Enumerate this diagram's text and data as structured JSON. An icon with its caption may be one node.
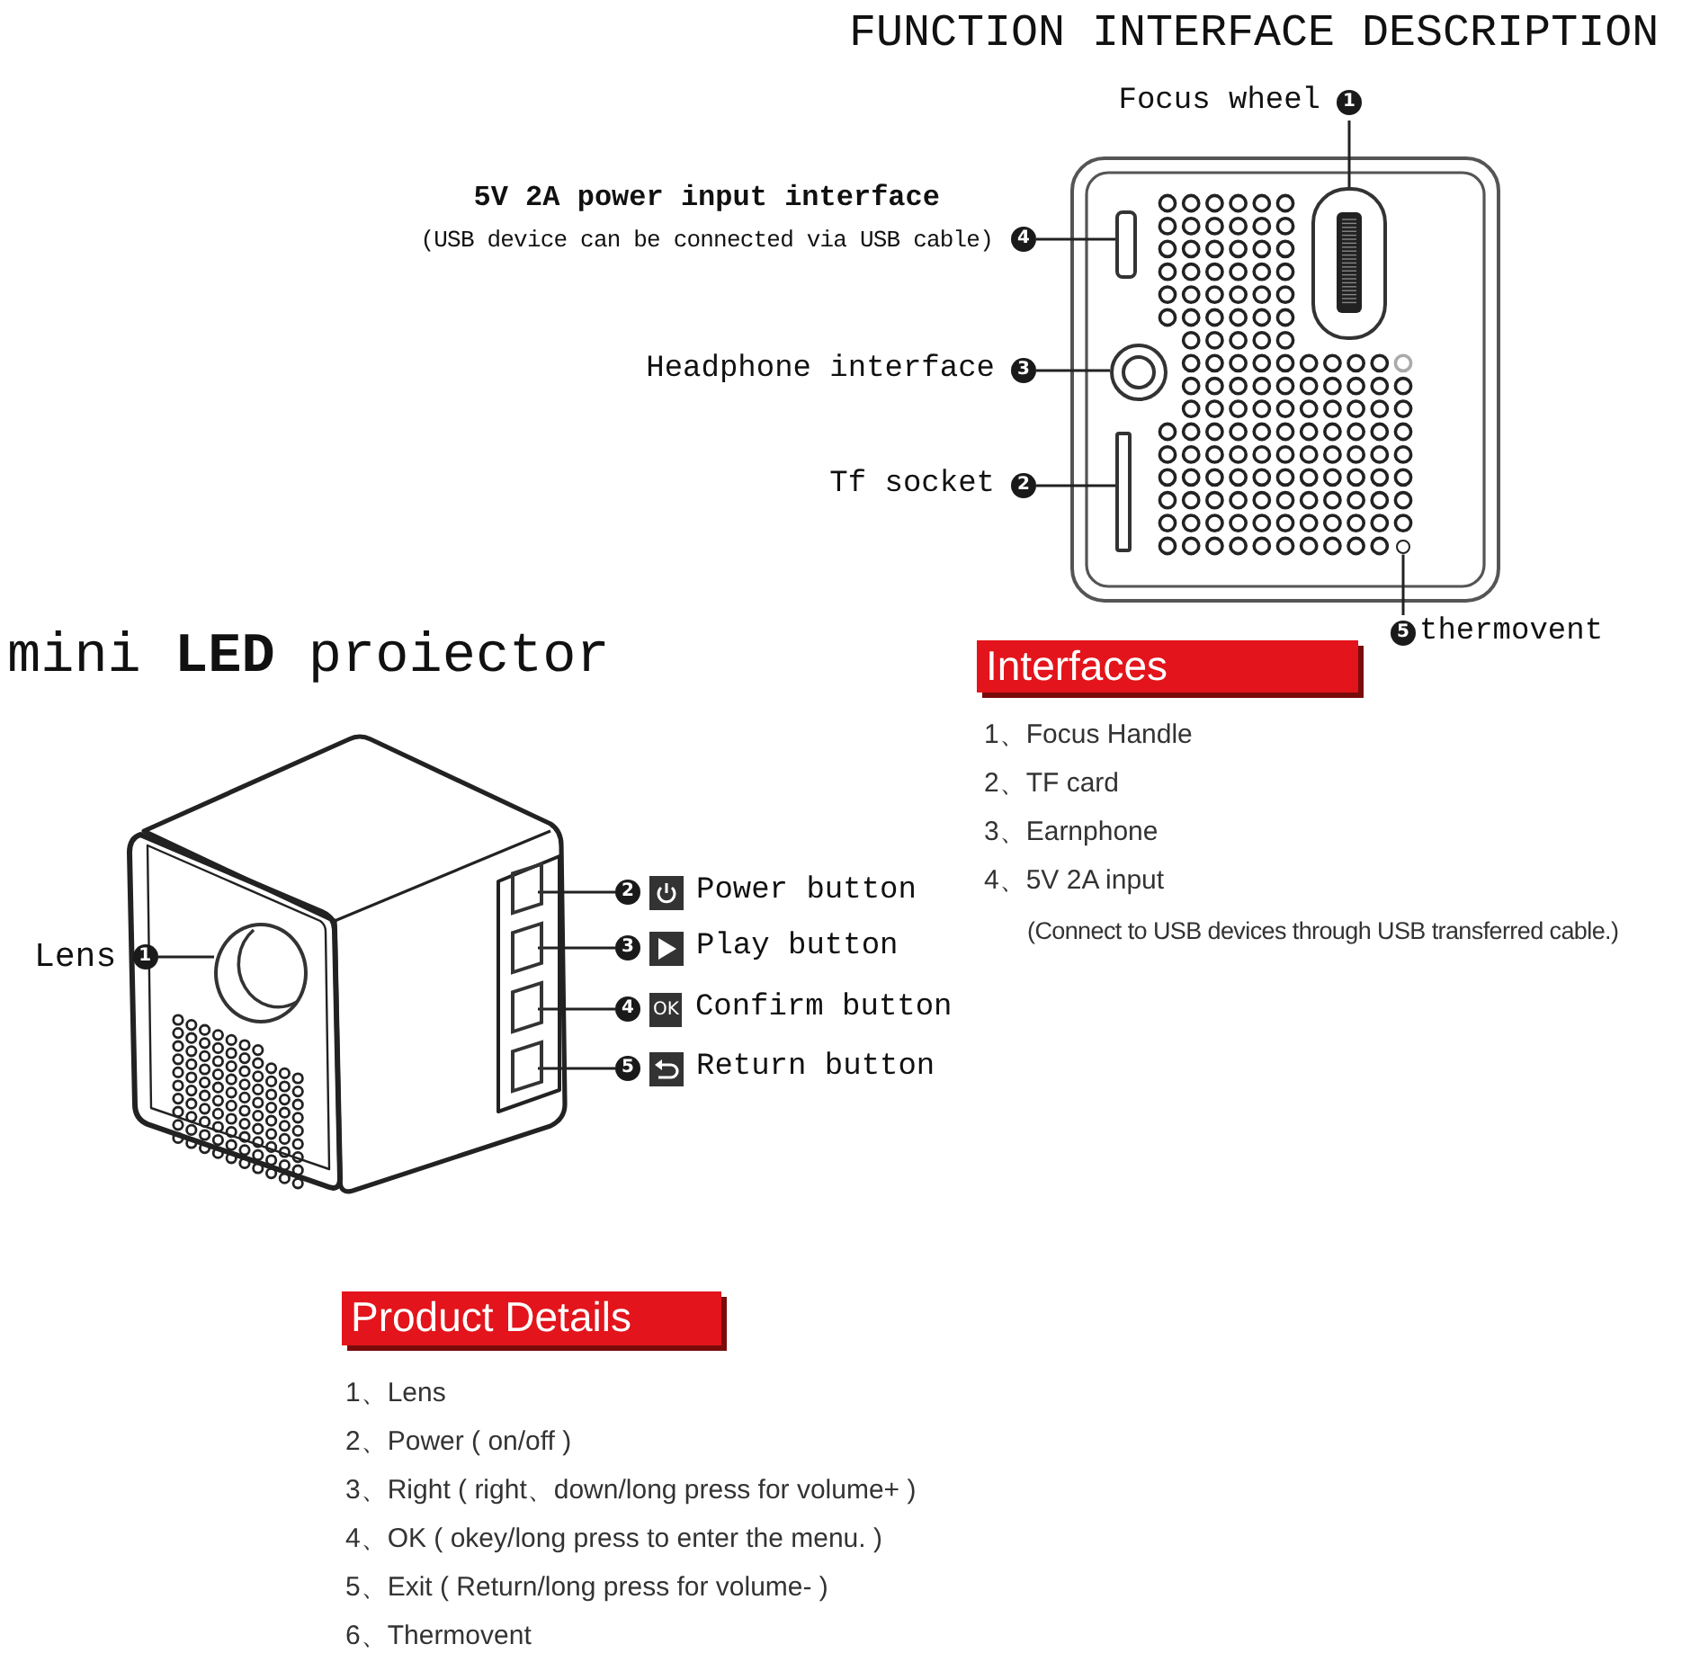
{
  "diagram": {
    "title": "FUNCTION INTERFACE DESCRIPTION",
    "nodes": [
      {
        "text": [
          "Focus wheel",
          "1"
        ]
      },
      {
        "text": [],
        "shape": "box"
      },
      {
        "text": [
          "5V 2A power input interface",
          "(USB device can be connected via USB cable)",
          "4"
        ]
      },
      {
        "text": [],
        "shape": "box"
      },
      {
        "text": [
          "Headphone interface",
          "3"
        ]
      },
      {
        "text": [],
        "shape": "circle"
      },
      {
        "text": [
          "Tf socket",
          "2"
        ]
      },
      {
        "text": [],
        "shape": "box"
      },
      {
        "text": [
          "5",
          "thermovent"
        ]
      },
      {
        "text": [],
        "shape": "circle"
      },
      {
        "text": [
          "Lens",
          "1"
        ]
      },
      {
        "text": [],
        "shape": "circle"
      },
      {
        "text": [
          "2",
          "Power button"
        ]
      },
      {
        "text": [],
        "shape": "box"
      },
      {
        "text": [
          "3",
          "Play button"
        ]
      },
      {
        "text": [],
        "shape": "box"
      },
      {
        "text": [
          "4",
          "OK",
          "Confirm button"
        ]
      },
      {
        "text": [],
        "shape": "box"
      },
      {
        "text": [
          "5",
          "Return button"
        ]
      },
      {
        "text": [],
        "shape": "box"
      },
      {
        "text": [
          "Interfaces"
        ]
      },
      {
        "text": [
          "Product Details"
        ]
      }
    ],
    "edges": [
      {
        "from": 0,
        "to": 1,
        "arrow": "none"
      },
      {
        "from": 2,
        "to": 3,
        "arrow": "none"
      },
      {
        "from": 4,
        "to": 5,
        "arrow": "none"
      },
      {
        "from": 6,
        "to": 7,
        "arrow": "none"
      },
      {
        "from": 8,
        "to": 9,
        "arrow": "none"
      },
      {
        "from": 10,
        "to": 11,
        "arrow": "none"
      },
      {
        "from": 12,
        "to": 13,
        "arrow": "none"
      },
      {
        "from": 14,
        "to": 15,
        "arrow": "none"
      },
      {
        "from": 16,
        "to": 17,
        "arrow": "none"
      },
      {
        "from": 18,
        "to": 19,
        "arrow": "none"
      }
    ],
    "labels": [
      "mini **LED** proiector",
      "1、Focus Handle",
      "2、TF card",
      "3、Earnphone",
      "4、5V 2A input",
      "(Connect to USB devices through USB transferred cable.)",
      "1、Lens",
      "2、Power ( on/off )",
      "3、Right ( right、down/long press for volume+ )",
      "4、OK ( okey/long press to enter the menu. )",
      "5、Exit ( Return/long press for volume- )",
      "6、Thermovent"
    ]
  }
}
